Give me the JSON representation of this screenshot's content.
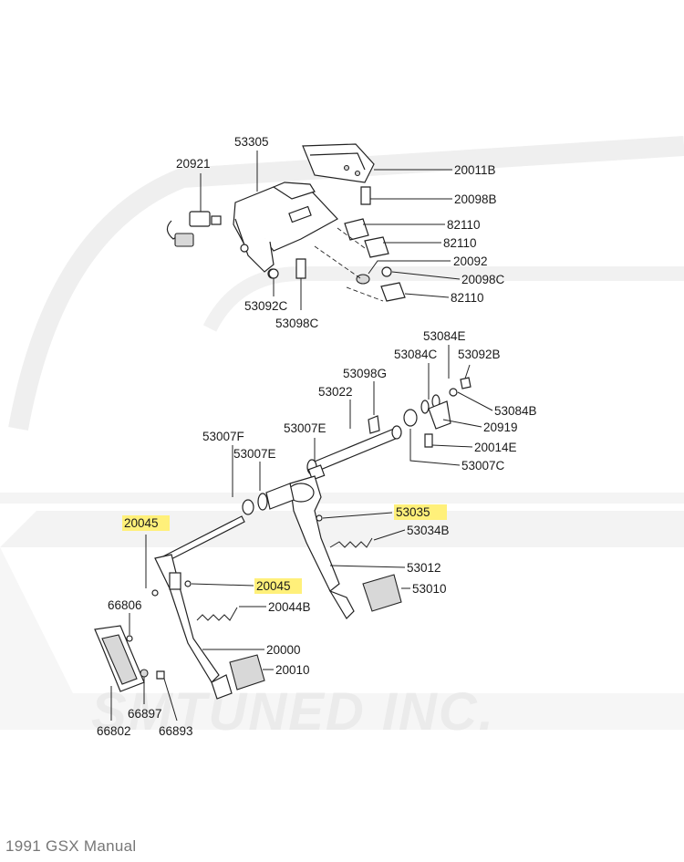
{
  "caption": "1991 GSX Manual",
  "watermark": "SMTUNED INC.",
  "highlight_color": "#fff07a",
  "labels": {
    "p53305": "53305",
    "p20921": "20921",
    "p20011B": "20011B",
    "p20098B": "20098B",
    "p82110a": "82110",
    "p82110b": "82110",
    "p20092": "20092",
    "p20098C": "20098C",
    "p82110c": "82110",
    "p53092C": "53092C",
    "p53098C": "53098C",
    "p53084E": "53084E",
    "p53084C": "53084C",
    "p53092B": "53092B",
    "p53098G": "53098G",
    "p53084B": "53084B",
    "p53022": "53022",
    "p20919": "20919",
    "p53007E_top": "53007E",
    "p20014E": "20014E",
    "p53007F": "53007F",
    "p53007E_low": "53007E",
    "p53007C": "53007C",
    "p53035": "53035",
    "p53034B": "53034B",
    "p20045_left": "20045",
    "p53012": "53012",
    "p20045_mid": "20045",
    "p53010": "53010",
    "p66806": "66806",
    "p20044B": "20044B",
    "p20000": "20000",
    "p20010": "20010",
    "p66897": "66897",
    "p66802": "66802",
    "p66893": "66893"
  }
}
